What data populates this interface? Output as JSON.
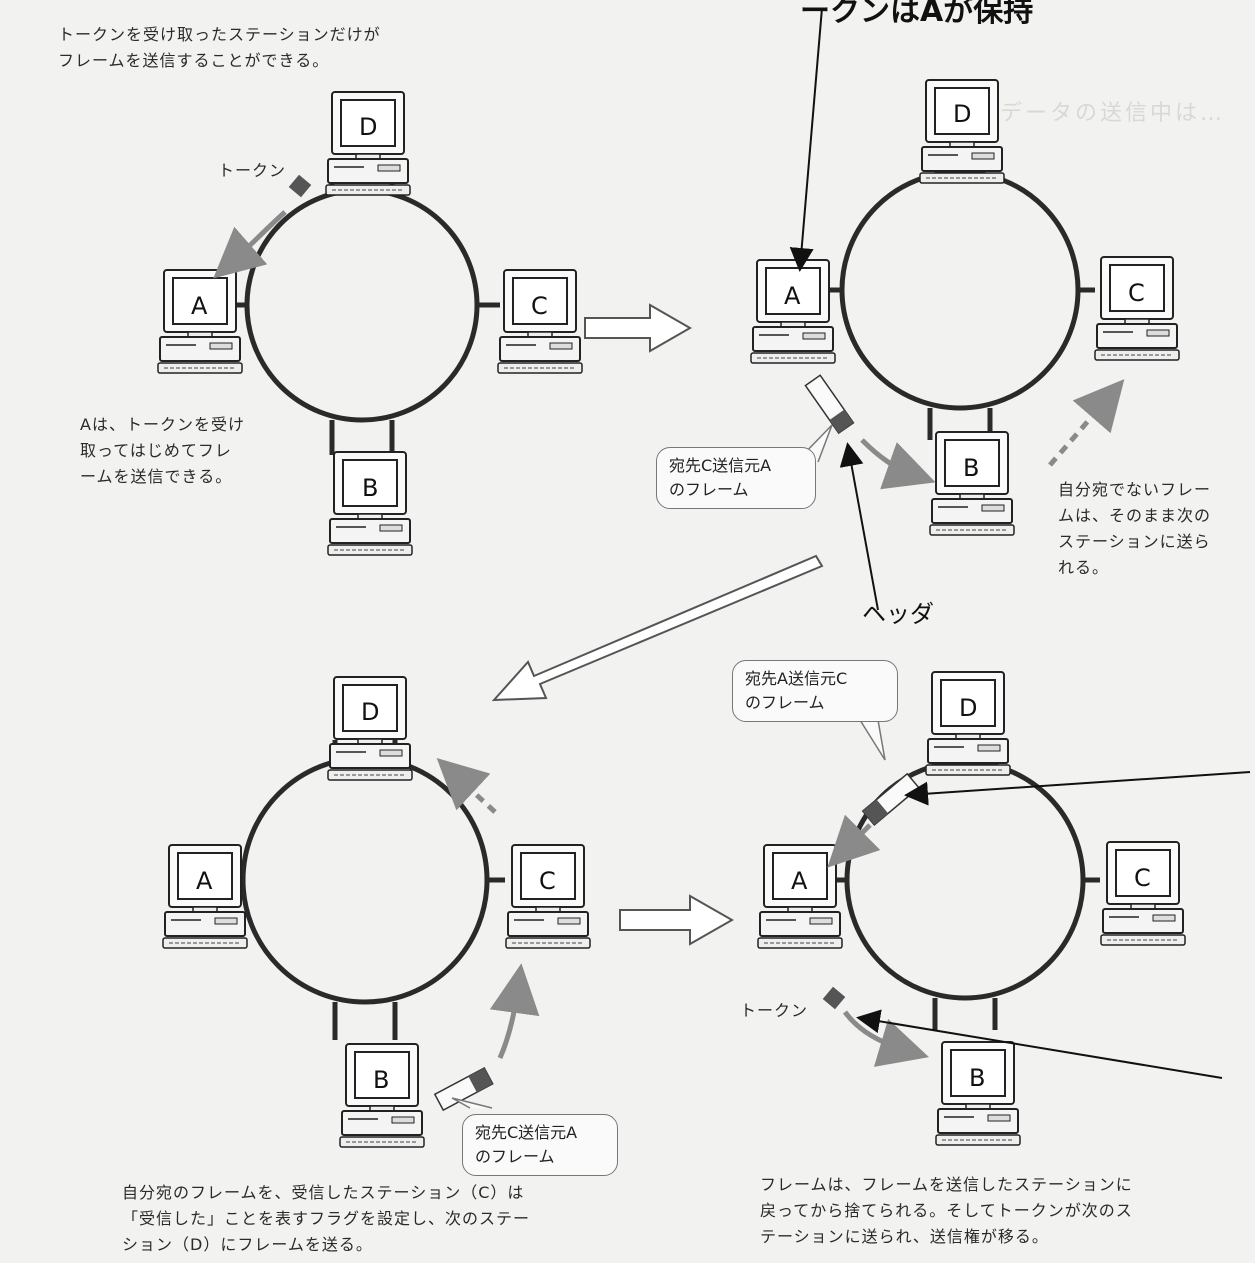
{
  "top_label_fragment": "ークンはAが保持",
  "panel1": {
    "caption": [
      "トークンを受け取ったステーションだけが",
      "フレームを送信することができる。"
    ],
    "token_label": "トークン",
    "note": [
      "Aは、トークンを受け",
      "取ってはじめてフレ",
      "ームを送信できる。"
    ]
  },
  "panel2": {
    "frame_callout": [
      "宛先C送信元A",
      "のフレーム"
    ],
    "header_label": "ヘッダ",
    "note": [
      "自分宛でないフレー",
      "ムは、そのまま次の",
      "ステーションに送ら",
      "れる。"
    ]
  },
  "panel3": {
    "frame_callout": [
      "宛先C送信元A",
      "のフレーム"
    ],
    "caption": [
      "自分宛のフレームを、受信したステーション（C）は",
      "「受信した」ことを表すフラグを設定し、次のステー",
      "ション（D）にフレームを送る。"
    ]
  },
  "panel4": {
    "frame_callout": [
      "宛先A送信元C",
      "のフレーム"
    ],
    "token_label": "トークン",
    "caption": [
      "フレームは、フレームを送信したステーションに",
      "戻ってから捨てられる。そしてトークンが次のス",
      "テーションに送られ、送信権が移る。"
    ]
  },
  "stations": {
    "a": "A",
    "b": "B",
    "c": "C",
    "d": "D"
  },
  "colors": {
    "ring": "#2a2a2a",
    "arrow_gray": "#8a8a8a",
    "token": "#555555",
    "paper": "#f2f2f0"
  }
}
